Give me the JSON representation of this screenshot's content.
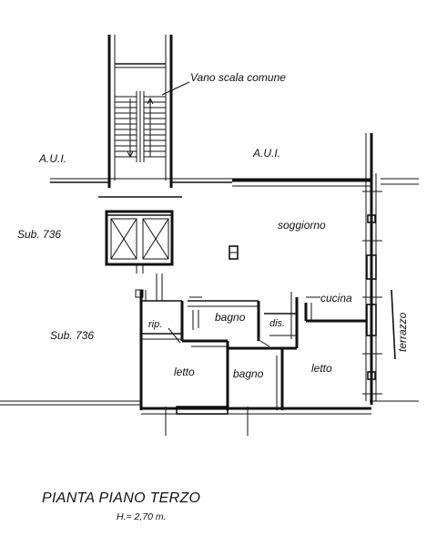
{
  "labels": {
    "stair": "Vano scala comune",
    "aui_left": "A.U.I.",
    "aui_right": "A.U.I.",
    "sub_top": "Sub. 736",
    "sub_bottom": "Sub. 736",
    "soggiorno": "soggiorno",
    "cucina": "cucina",
    "bagno_top": "bagno",
    "rip": "rip.",
    "dis": "dis.",
    "letto_left": "letto",
    "bagno_bottom": "bagno",
    "letto_right": "letto",
    "terrazzo": "terrazzo"
  },
  "title": {
    "main": "PIANTA PIANO TERZO",
    "height": "H.= 2,70 m."
  }
}
